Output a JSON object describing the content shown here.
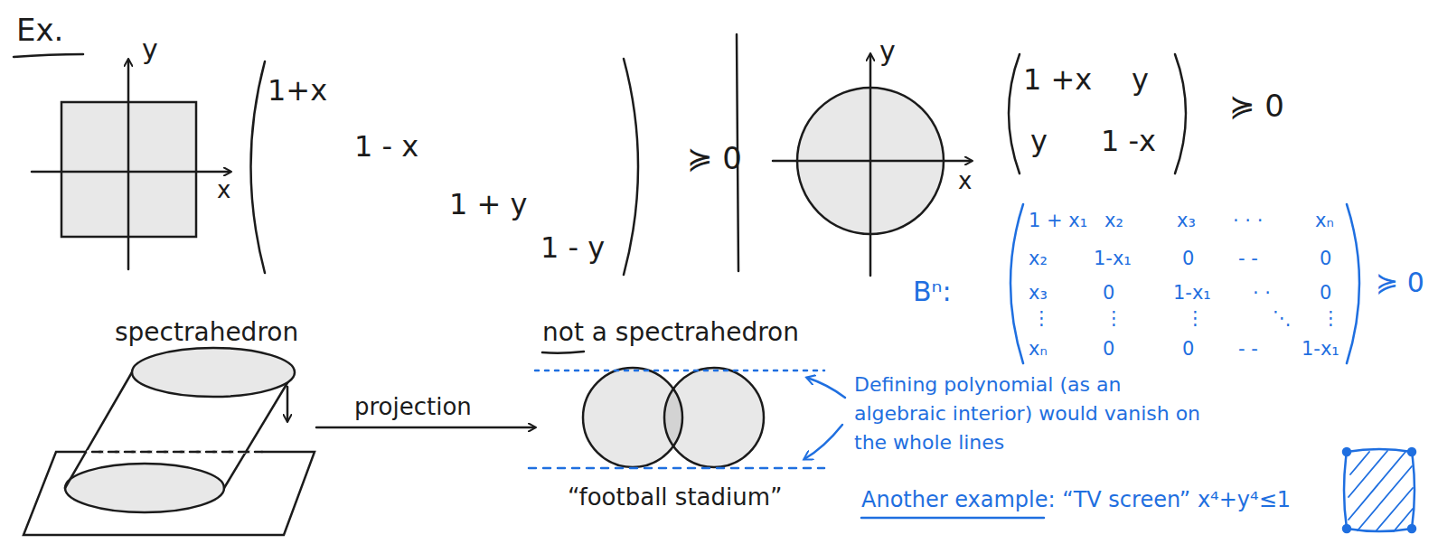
{
  "diagram": {
    "labels": [
      "Ex.",
      "y",
      "x",
      "1+x",
      "1 - x",
      "1 + y",
      "1 - y",
      "≽ 0",
      "y",
      "x",
      "1 +x",
      "y",
      "y",
      "1 -x",
      "≽ 0",
      "Bⁿ:",
      "1 + x₁",
      "x₂",
      "x₃",
      "· · ·",
      "xₙ",
      "x₂",
      "1-x₁",
      "0",
      "- -",
      "0",
      "x₃",
      "0",
      "1-x₁",
      "· ·",
      "0",
      "⋮",
      "⋮",
      "⋮",
      "⋱",
      "⋮",
      "xₙ",
      "0",
      "0",
      "- -",
      "1-x₁",
      "≽ 0",
      "spectrahedron",
      "projection",
      "not a spectrahedron",
      "“football stadium”",
      "Defining polynomial (as an algebraic interior) would vanish on the whole lines",
      "Another example: “TV screen” x⁴+y⁴≤1"
    ]
  }
}
